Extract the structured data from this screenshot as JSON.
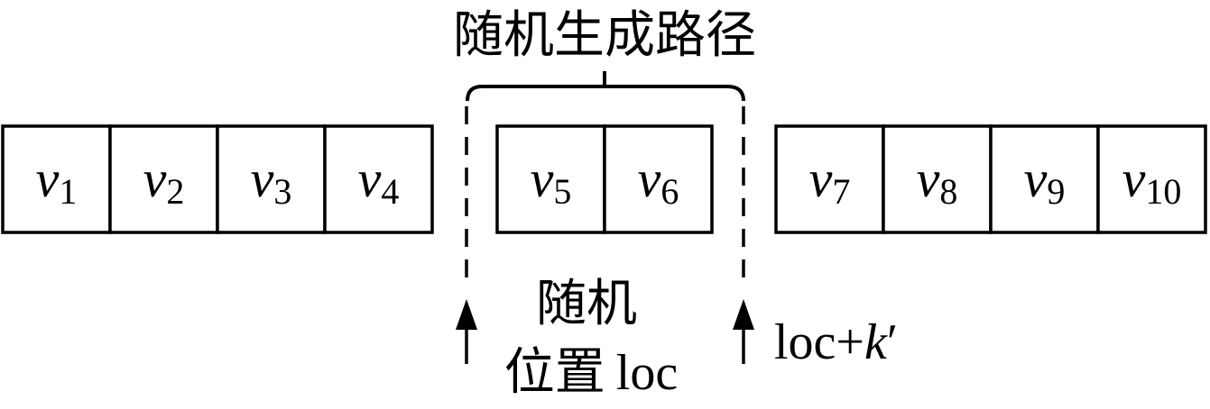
{
  "title": "随机生成路径",
  "groups": [
    {
      "name": "left",
      "nodes": [
        {
          "base": "v",
          "sub": "1"
        },
        {
          "base": "v",
          "sub": "2"
        },
        {
          "base": "v",
          "sub": "3"
        },
        {
          "base": "v",
          "sub": "4"
        }
      ]
    },
    {
      "name": "middle",
      "nodes": [
        {
          "base": "v",
          "sub": "5"
        },
        {
          "base": "v",
          "sub": "6"
        }
      ]
    },
    {
      "name": "right",
      "nodes": [
        {
          "base": "v",
          "sub": "7"
        },
        {
          "base": "v",
          "sub": "8"
        },
        {
          "base": "v",
          "sub": "9"
        },
        {
          "base": "v",
          "sub": "10"
        }
      ]
    }
  ],
  "start_label": {
    "line1": "随机",
    "line2_cjk": "位置",
    "line2_var": "loc"
  },
  "end_label": {
    "prefix": "loc+",
    "var": "k",
    "prime": "′"
  },
  "colors": {
    "stroke": "#000000",
    "background": "#ffffff"
  }
}
